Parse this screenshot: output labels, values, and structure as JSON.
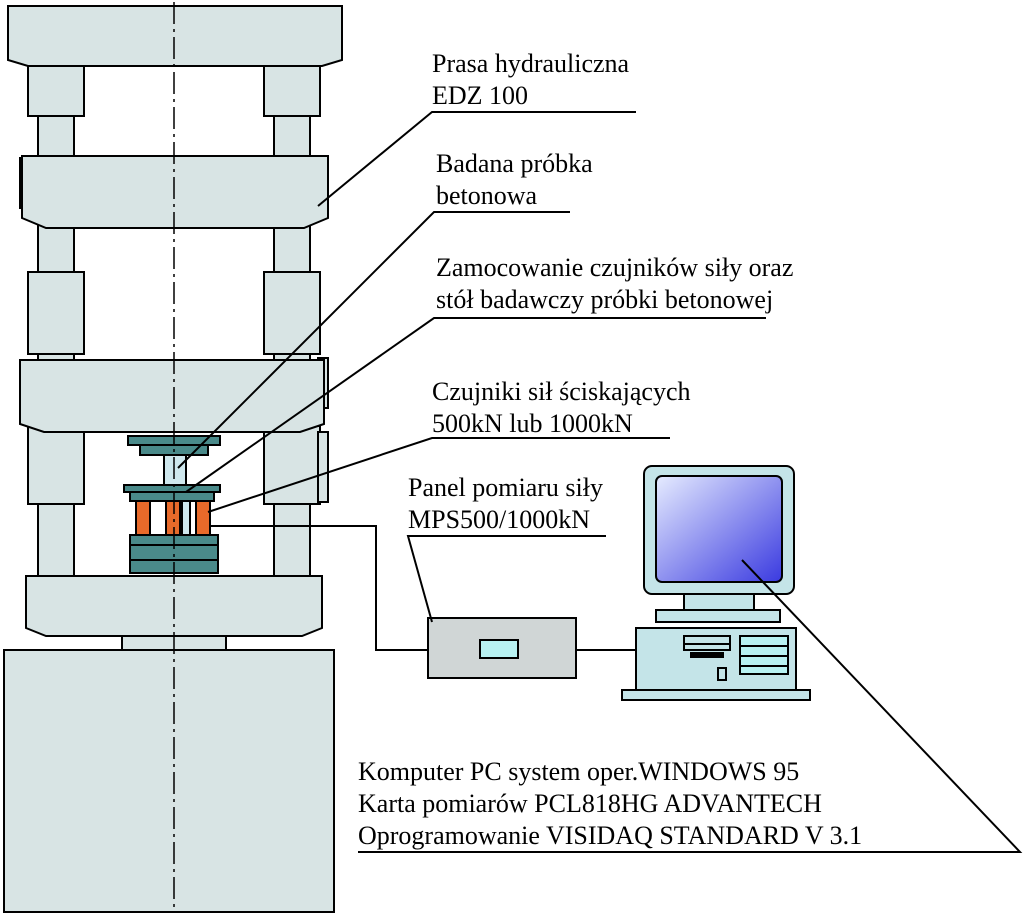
{
  "labels": {
    "press": [
      "Prasa hydrauliczna",
      "EDZ 100"
    ],
    "sample": [
      "Badana próbka",
      "betonowa"
    ],
    "mounting": [
      "Zamocowanie czujników siły oraz",
      "stół badawczy próbki betonowej"
    ],
    "sensors": [
      "Czujniki sił ściskających",
      "500kN lub 1000kN"
    ],
    "panel": [
      "Panel pomiaru siły",
      "MPS500/1000kN"
    ],
    "computer": [
      "Komputer PC system oper.WINDOWS 95",
      "Karta pomiarów PCL818HG ADVANTECH",
      "Oprogramowanie VISIDAQ STANDARD V 3.1"
    ]
  },
  "colors": {
    "frame": "#d8e4e4",
    "plate": "#4a8a8a",
    "sensor": "#e86a2a",
    "sample": "#cfe8ee",
    "panel": "#d0d6d6",
    "display": "#b8f2f2",
    "monitor_case": "#c4e4e8",
    "screen_light": "#e6ecff",
    "screen_dark": "#3a3ae0",
    "line": "#000000",
    "background": "#ffffff"
  }
}
